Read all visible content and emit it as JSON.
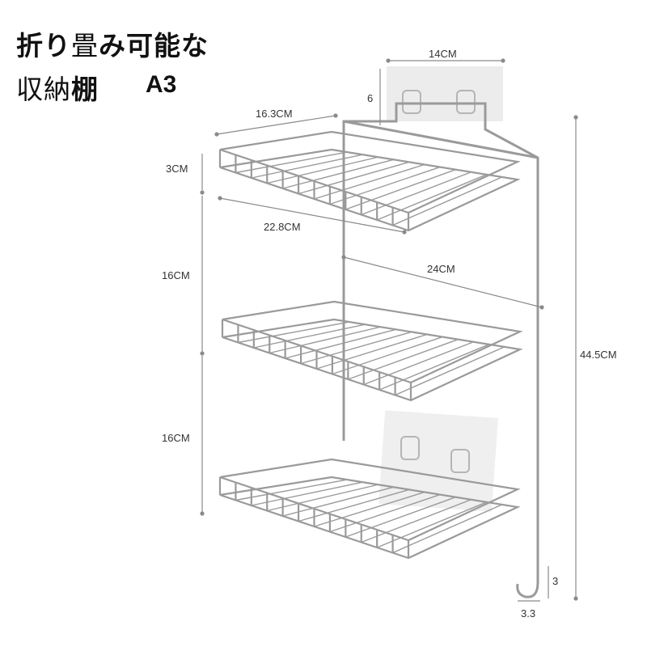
{
  "title": {
    "line1_bold_a": "折り",
    "line1_thin": "畳",
    "line1_bold_b": "み可能な",
    "line2_thin": "収納",
    "line2_bold": "棚",
    "model": "A3"
  },
  "dimensions": {
    "plate_width": "14CM",
    "plate_height": "6",
    "basket_depth": "16.3CM",
    "basket_height": "3CM",
    "basket_length": "22.8CM",
    "tier_gap_1": "16CM",
    "tier_gap_2": "16CM",
    "rack_width": "24CM",
    "total_height": "44.5CM",
    "hook_height": "3",
    "hook_width": "3.3"
  },
  "colors": {
    "wire": "#9a9a9a",
    "dim_line": "#8a8a8a",
    "plate": "#ececec"
  }
}
